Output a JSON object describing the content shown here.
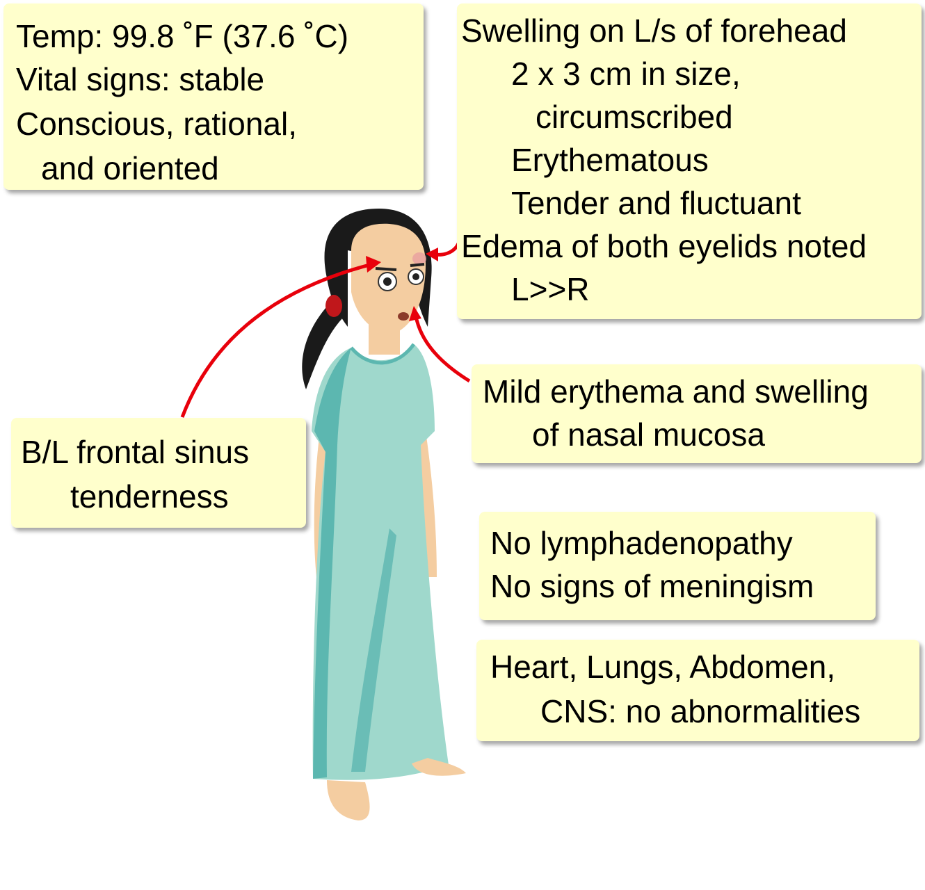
{
  "vitals": {
    "temp": "Temp: 99.8 ˚F (37.6 ˚C)",
    "vital_signs": "Vital signs: stable",
    "consciousness_1": "Conscious, rational,",
    "consciousness_2": "and oriented"
  },
  "forehead": {
    "line1": "Swelling on L/s of forehead",
    "line2": "2 x 3 cm in size,",
    "line3": "circumscribed",
    "line4": "Erythematous",
    "line5": "Tender and fluctuant",
    "line6": "Edema of both eyelids noted",
    "line7": "L>>R"
  },
  "nasal": {
    "line1": "Mild erythema and swelling",
    "line2": "of nasal mucosa"
  },
  "sinus": {
    "line1": "B/L frontal sinus",
    "line2": "tenderness"
  },
  "lymph": {
    "line1": "No lymphadenopathy",
    "line2": "No signs of meningism"
  },
  "systems": {
    "line1": "Heart, Lungs, Abdomen,",
    "line2": "CNS: no abnormalities"
  },
  "colors": {
    "callout_bg": "#ffffcc",
    "arrow": "#e8000b",
    "gown": "#9fd8cc",
    "gown_shadow": "#5cb7b0",
    "skin": "#f4cda1",
    "hair": "#1a1a1a"
  }
}
